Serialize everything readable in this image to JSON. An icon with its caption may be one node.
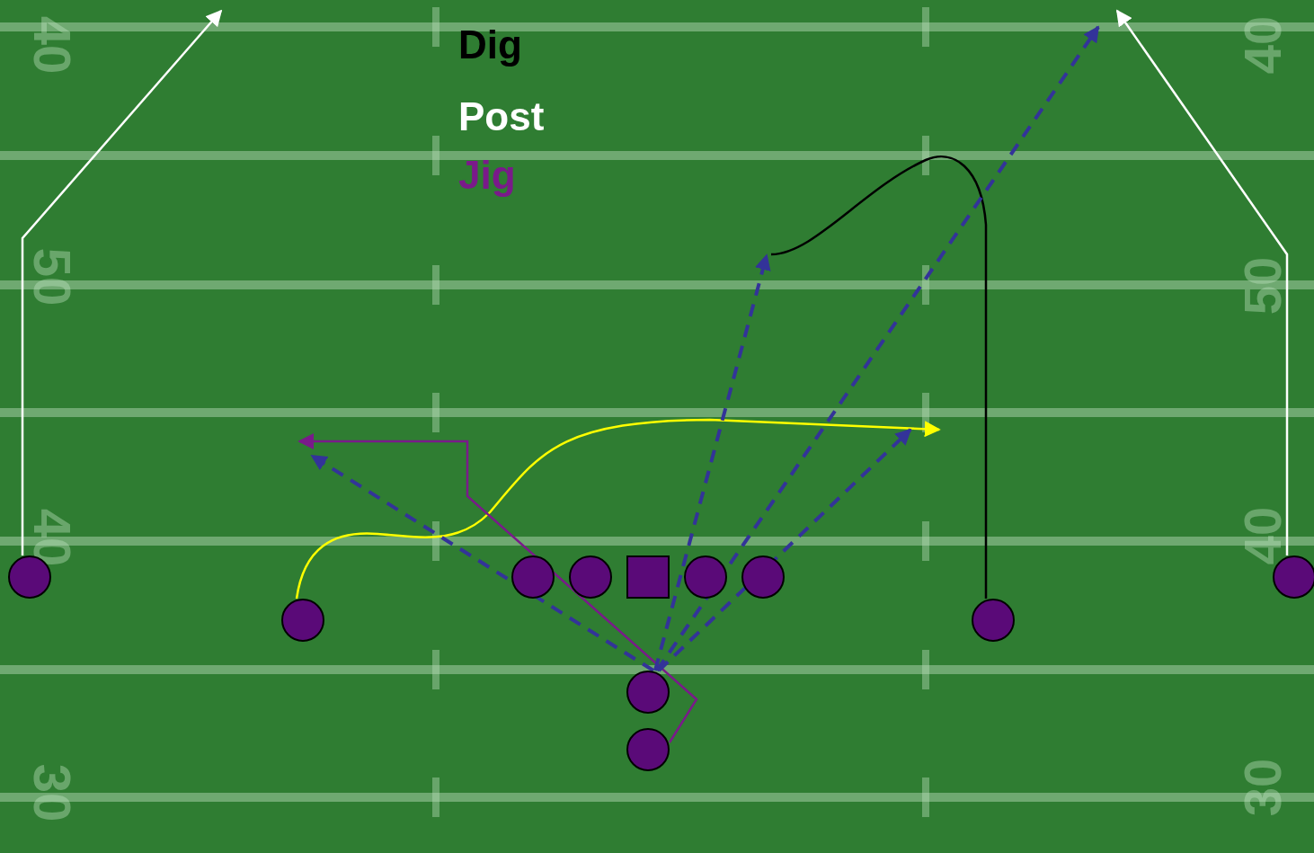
{
  "diagram": {
    "nodes": [
      {
        "text": [],
        "shape": "circle"
      },
      {
        "text": [],
        "shape": "circle"
      },
      {
        "text": [],
        "shape": "circle"
      },
      {
        "text": [],
        "shape": "circle"
      },
      {
        "text": [],
        "shape": "box"
      },
      {
        "text": [],
        "shape": "circle"
      },
      {
        "text": [],
        "shape": "circle"
      },
      {
        "text": [],
        "shape": "circle"
      },
      {
        "text": [],
        "shape": "circle"
      },
      {
        "text": [],
        "shape": "circle"
      },
      {
        "text": [],
        "shape": "circle"
      }
    ],
    "edges": [
      {
        "from": 0,
        "to": null,
        "arrow": "to",
        "color": "#ffffff"
      },
      {
        "from": 8,
        "to": null,
        "arrow": "to",
        "color": "#ffffff"
      },
      {
        "from": 1,
        "to": null,
        "arrow": "to",
        "color": "#ffff00"
      },
      {
        "from": 10,
        "to": null,
        "arrow": "to",
        "color": "#7a1a8a"
      },
      {
        "from": 7,
        "to": null,
        "arrow": "none",
        "color": "#000000"
      },
      {
        "from": 9,
        "to": null,
        "arrow": "to",
        "style": "dashed"
      },
      {
        "from": 9,
        "to": null,
        "arrow": "to",
        "style": "dashed"
      },
      {
        "from": 9,
        "to": null,
        "arrow": "to",
        "style": "dashed"
      },
      {
        "from": 9,
        "to": null,
        "arrow": "to",
        "style": "dashed"
      }
    ],
    "labels": [
      "40",
      "40",
      "50",
      "50",
      "40",
      "40",
      "30",
      "30"
    ],
    "legend": [
      {
        "text": "Dig",
        "color": "#000000"
      },
      {
        "text": "Post",
        "color": "#ffffff"
      },
      {
        "text": "Jig",
        "color": "#7a1a8a"
      }
    ]
  }
}
